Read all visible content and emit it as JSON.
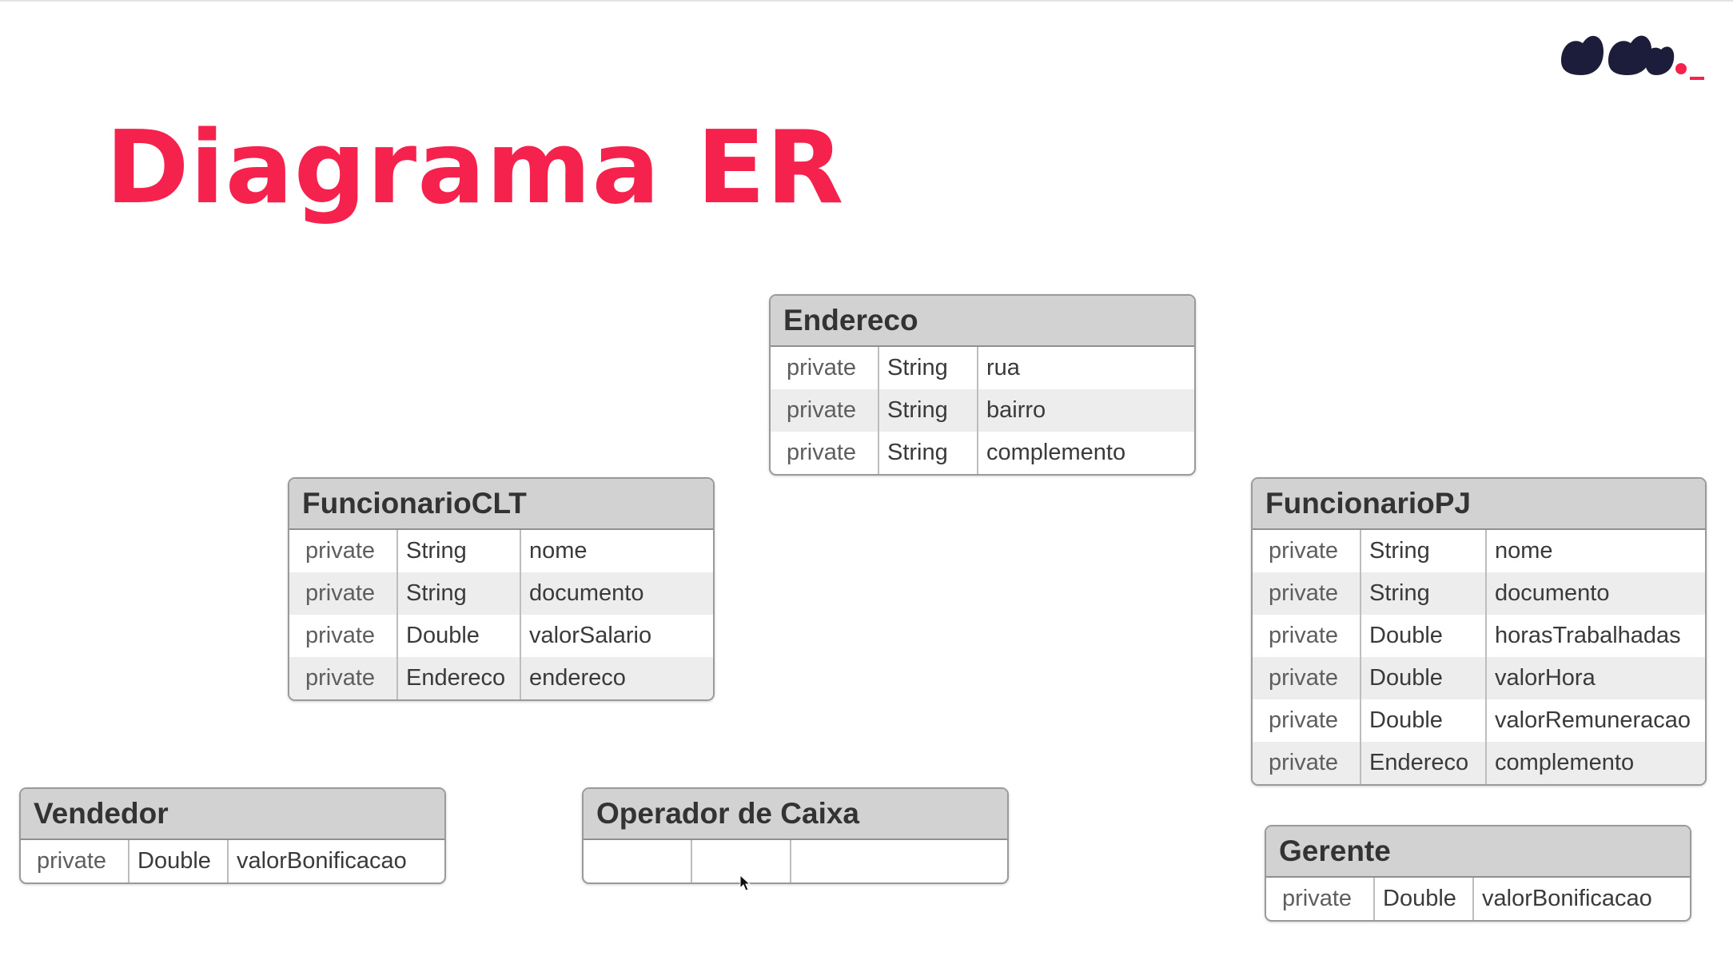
{
  "title": "Diagrama ER",
  "colors": {
    "title": "#f5224e",
    "logo_dark": "#1c1d3b",
    "logo_accent": "#f5224e",
    "header_bg": "#d2d2d2",
    "stripe_bg": "#ededed"
  },
  "entities": {
    "endereco": {
      "name": "Endereco",
      "rows": [
        {
          "modifier": "private",
          "type": "String",
          "attribute": "rua"
        },
        {
          "modifier": "private",
          "type": "String",
          "attribute": "bairro"
        },
        {
          "modifier": "private",
          "type": "String",
          "attribute": "complemento"
        }
      ]
    },
    "funcionario_clt": {
      "name": "FuncionarioCLT",
      "rows": [
        {
          "modifier": "private",
          "type": "String",
          "attribute": "nome"
        },
        {
          "modifier": "private",
          "type": "String",
          "attribute": "documento"
        },
        {
          "modifier": "private",
          "type": "Double",
          "attribute": "valorSalario"
        },
        {
          "modifier": "private",
          "type": "Endereco",
          "attribute": "endereco"
        }
      ]
    },
    "funcionario_pj": {
      "name": "FuncionarioPJ",
      "rows": [
        {
          "modifier": "private",
          "type": "String",
          "attribute": "nome"
        },
        {
          "modifier": "private",
          "type": "String",
          "attribute": "documento"
        },
        {
          "modifier": "private",
          "type": "Double",
          "attribute": "horasTrabalhadas"
        },
        {
          "modifier": "private",
          "type": "Double",
          "attribute": "valorHora"
        },
        {
          "modifier": "private",
          "type": "Double",
          "attribute": "valorRemuneracao"
        },
        {
          "modifier": "private",
          "type": "Endereco",
          "attribute": "complemento"
        }
      ]
    },
    "vendedor": {
      "name": "Vendedor",
      "rows": [
        {
          "modifier": "private",
          "type": "Double",
          "attribute": "valorBonificacao"
        }
      ]
    },
    "operador_de_caixa": {
      "name": "Operador de Caixa",
      "rows": [
        {
          "modifier": "",
          "type": "",
          "attribute": ""
        }
      ]
    },
    "gerente": {
      "name": "Gerente",
      "rows": [
        {
          "modifier": "private",
          "type": "Double",
          "attribute": "valorBonificacao"
        }
      ]
    }
  }
}
